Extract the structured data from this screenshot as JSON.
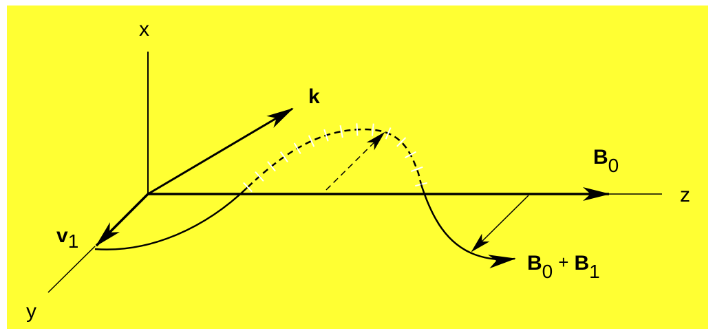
{
  "colors": {
    "background": "#ffff33",
    "border": "#ffffff",
    "stroke": "#000000",
    "field_line_ticks": "#ffffff"
  },
  "labels": {
    "x_axis": "x",
    "y_axis": "y",
    "z_axis": "z",
    "k_vector": "k",
    "v_symbol": "v",
    "v_subscript": "1",
    "b0_symbol": "B",
    "b0_subscript": "0",
    "sum_b0_symbol": "B",
    "sum_b0_subscript": "0",
    "sum_plus": "+",
    "sum_b1_symbol": "B",
    "sum_b1_subscript": "1"
  }
}
